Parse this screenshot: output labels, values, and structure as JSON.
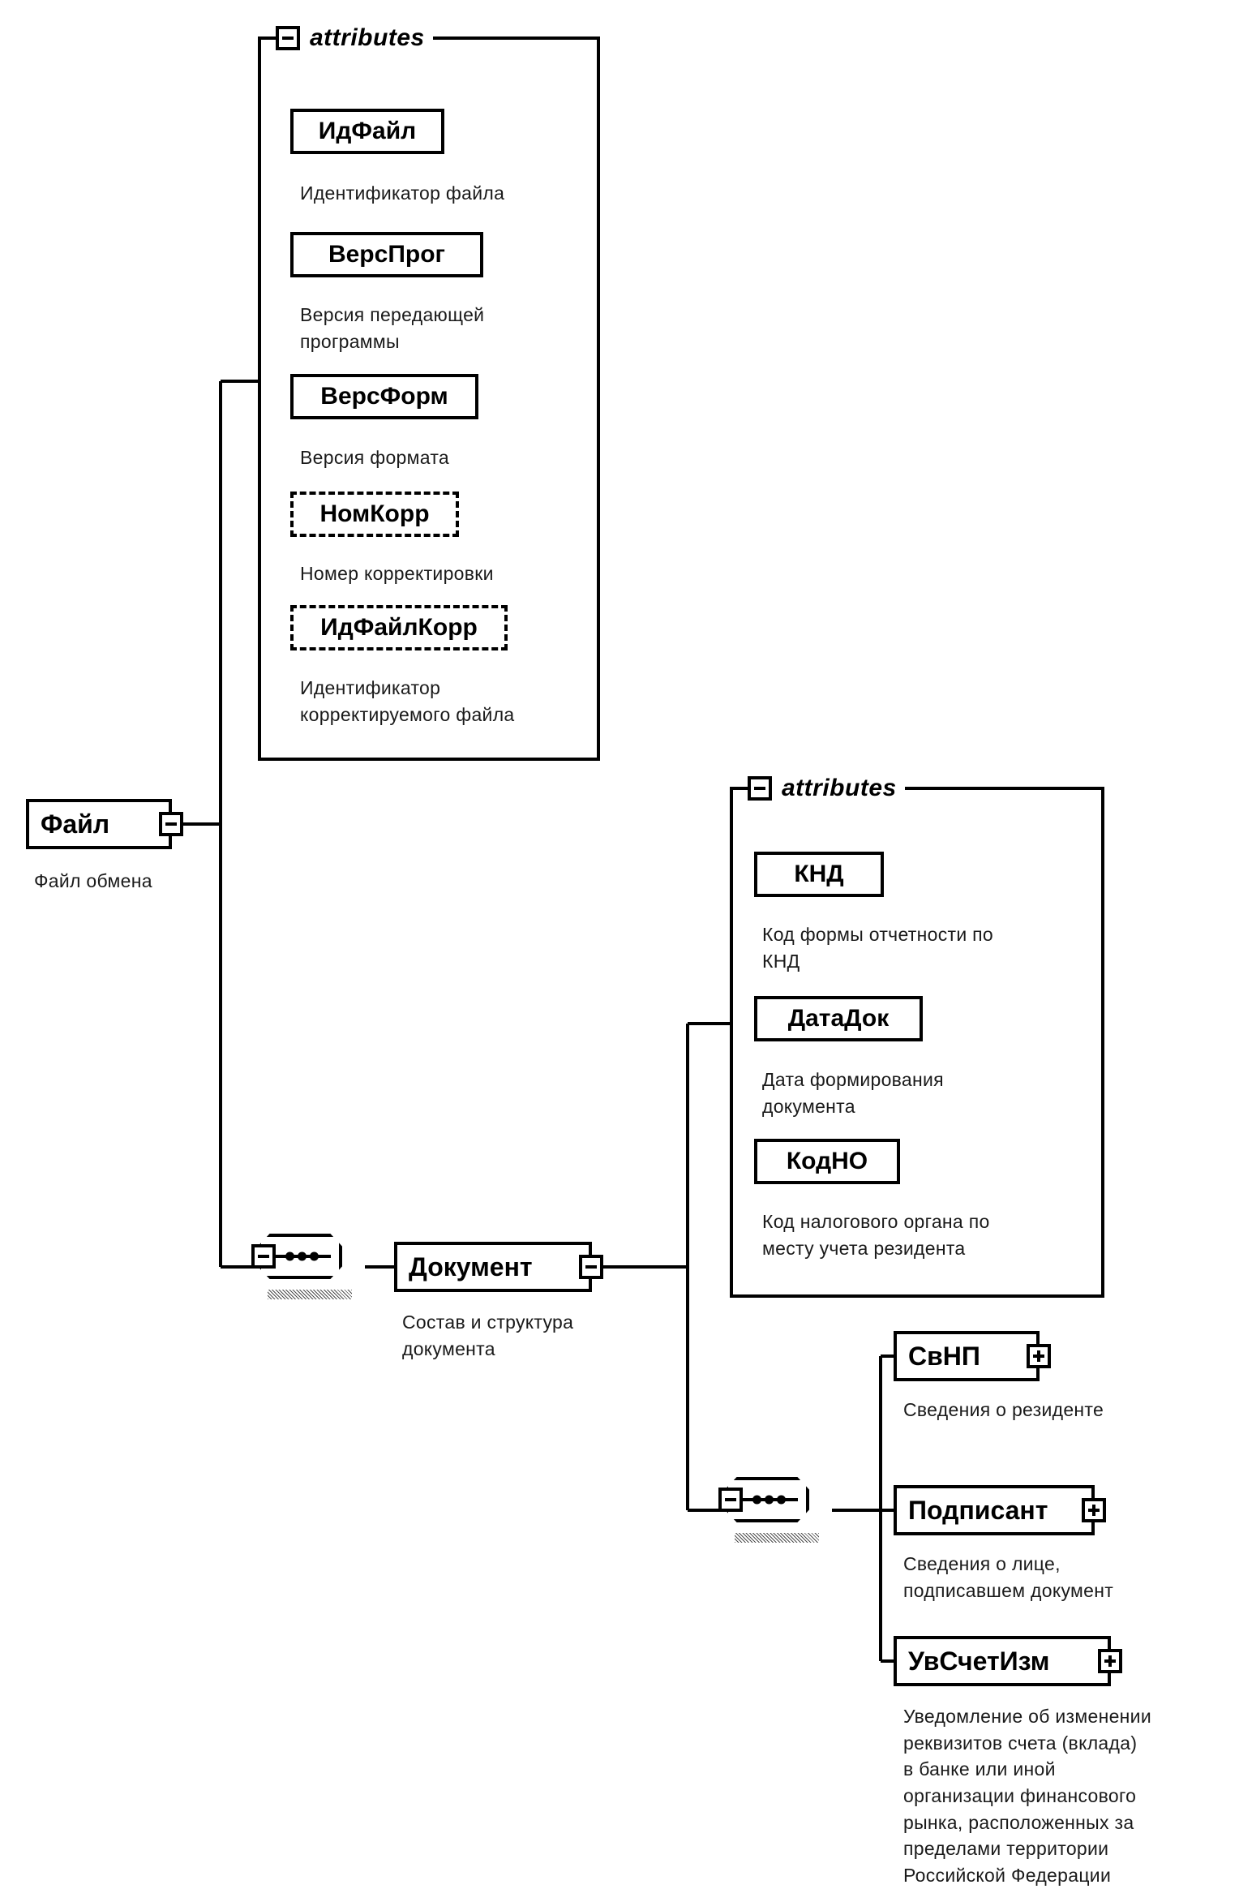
{
  "diagram": {
    "type": "xml-schema-tree",
    "group_label": "attributes",
    "root": {
      "name": "Файл",
      "description": "Файл обмена",
      "expander": "minus"
    },
    "file_attributes": [
      {
        "name": "ИдФайл",
        "description": "Идентификатор файла",
        "optional": false
      },
      {
        "name": "ВерсПрог",
        "description": "Версия передающей\nпрограммы",
        "optional": false
      },
      {
        "name": "ВерсФорм",
        "description": "Версия формата",
        "optional": false
      },
      {
        "name": "НомКорр",
        "description": "Номер корректировки",
        "optional": true
      },
      {
        "name": "ИдФайлКорр",
        "description": "Идентификатор\nкорректируемого файла",
        "optional": true
      }
    ],
    "document": {
      "name": "Документ",
      "description": "Состав и структура\nдокумента",
      "expander": "minus"
    },
    "document_attributes": [
      {
        "name": "КНД",
        "description": "Код формы отчетности по\nКНД",
        "optional": false
      },
      {
        "name": "ДатаДок",
        "description": "Дата формирования\nдокумента",
        "optional": false
      },
      {
        "name": "КодНО",
        "description": "Код налогового органа по\nместу учета резидента",
        "optional": false
      }
    ],
    "document_children": [
      {
        "name": "СвНП",
        "description": "Сведения о резиденте",
        "expander": "plus"
      },
      {
        "name": "Подписант",
        "description": "Сведения о лице,\nподписавшем документ",
        "expander": "plus"
      },
      {
        "name": "УвСчетИзм",
        "description": "Уведомление об изменении\nреквизитов счета (вклада)\nв банке или иной\nорганизации финансового\nрынка, расположенных за\nпределами территории\nРоссийской Федерации",
        "expander": "plus"
      }
    ]
  }
}
